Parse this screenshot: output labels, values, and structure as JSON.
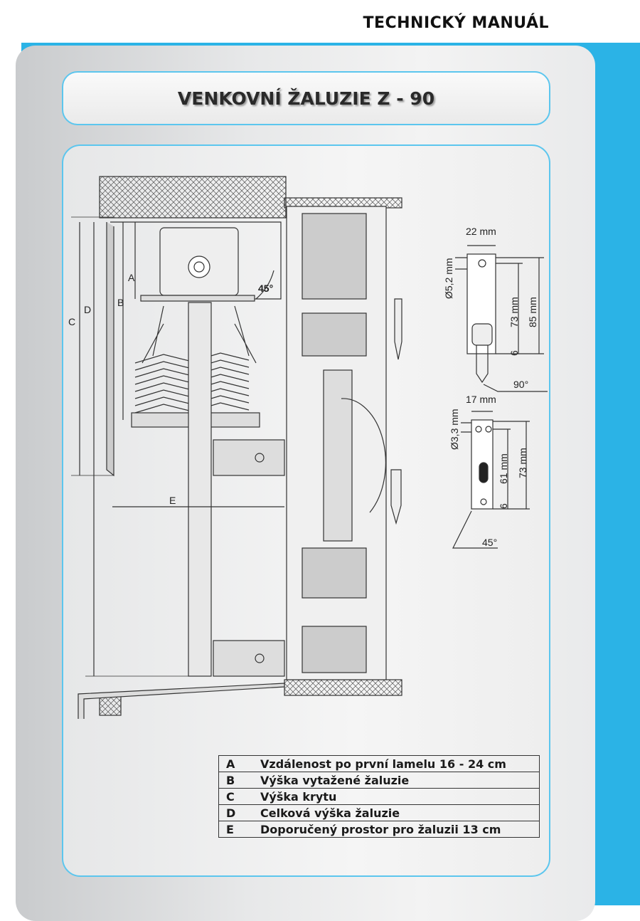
{
  "header": {
    "title": "TECHNICKÝ MANUÁL"
  },
  "page_title": "VENKOVNÍ ŽALUZIE Z - 90",
  "diagram": {
    "dimension_labels": {
      "A": "A",
      "B": "B",
      "C": "C",
      "D": "D",
      "E": "E",
      "angle": "45°"
    },
    "bracket_top": {
      "width": "22 mm",
      "hole": "Ø5,2 mm",
      "h1": "73 mm",
      "h2": "85 mm",
      "offset": "6",
      "angle": "90°"
    },
    "bracket_bottom": {
      "width": "17 mm",
      "hole": "Ø3,3 mm",
      "h1": "61 mm",
      "h2": "73 mm",
      "offset": "6",
      "angle": "45°"
    }
  },
  "legend": [
    {
      "key": "A",
      "text": "Vzdálenost po první lamelu  16 - 24 cm"
    },
    {
      "key": "B",
      "text": "Výška vytažené žaluzie"
    },
    {
      "key": "C",
      "text": "Výška krytu"
    },
    {
      "key": "D",
      "text": "Celková výška žaluzie"
    },
    {
      "key": "E",
      "text": "Doporučený prostor pro žaluzii 13 cm"
    }
  ],
  "colors": {
    "accent": "#2bb3e6",
    "border": "#5cc6ee"
  }
}
